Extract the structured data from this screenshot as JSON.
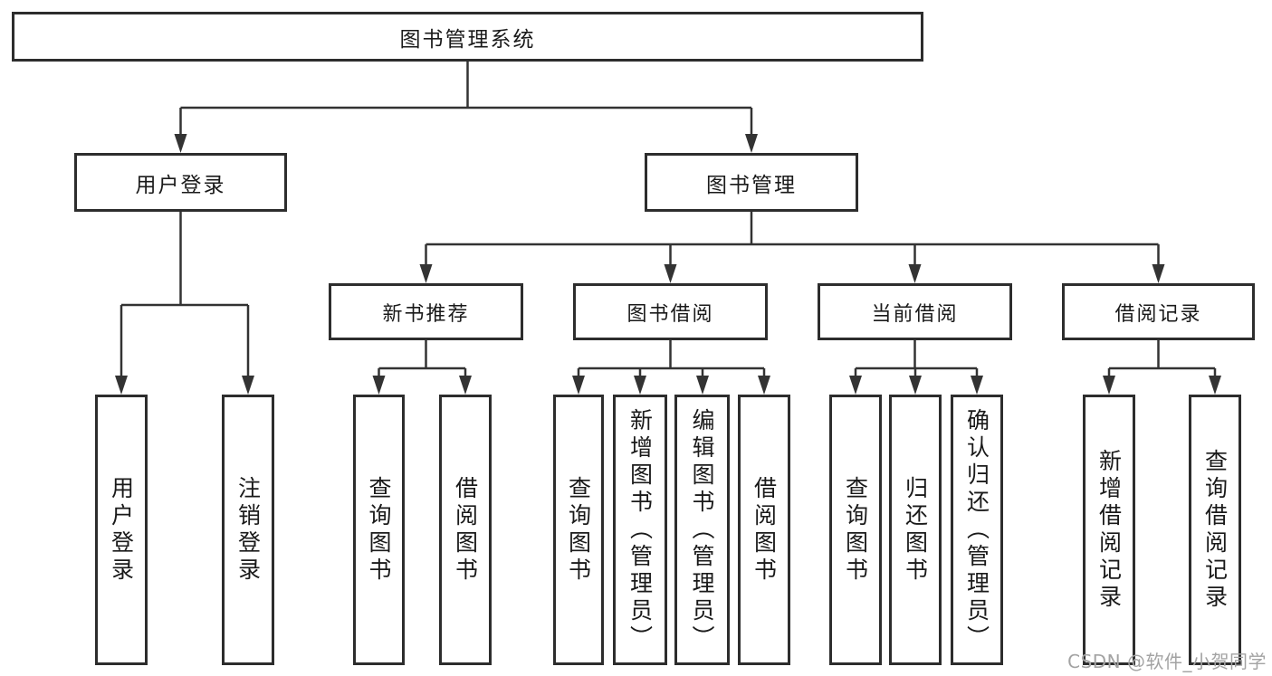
{
  "tree": {
    "root": {
      "label": "图书管理系统"
    },
    "user_login": {
      "label": "用户登录",
      "children": [
        {
          "label": "用户登录"
        },
        {
          "label": "注销登录"
        }
      ]
    },
    "book_management": {
      "label": "图书管理",
      "modules": [
        {
          "label": "新书推荐",
          "children": [
            {
              "label": "查询图书"
            },
            {
              "label": "借阅图书"
            }
          ]
        },
        {
          "label": "图书借阅",
          "children": [
            {
              "label": "查询图书"
            },
            {
              "label": "新增图书（管理员）"
            },
            {
              "label": "编辑图书（管理员）"
            },
            {
              "label": "借阅图书"
            }
          ]
        },
        {
          "label": "当前借阅",
          "children": [
            {
              "label": "查询图书"
            },
            {
              "label": "归还图书"
            },
            {
              "label": "确认归还（管理员）"
            }
          ]
        },
        {
          "label": "借阅记录",
          "children": [
            {
              "label": "新增借阅记录"
            },
            {
              "label": "查询借阅记录"
            }
          ]
        }
      ]
    }
  },
  "watermark": {
    "text": "CSDN @软件_小贺同学"
  },
  "colors": {
    "line": "#333333",
    "box_border": "#2d2d2d",
    "text": "#1a1a1a",
    "watermark": "#a3a3a3",
    "background": "#ffffff"
  }
}
